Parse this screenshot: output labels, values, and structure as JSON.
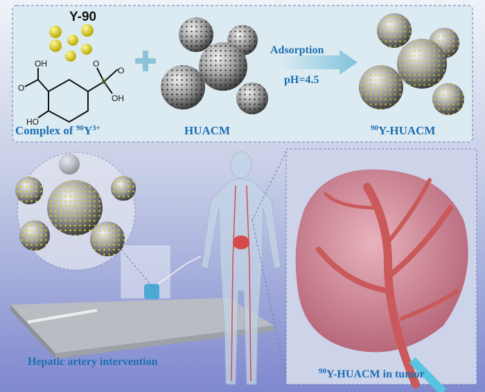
{
  "top_panel": {
    "isotope_label": "Y-90",
    "complex_label": {
      "prefix": "Complex of ",
      "mass": "90",
      "element": "Y",
      "charge": "3+"
    },
    "chem_atoms": {
      "oh_top": "OH",
      "o_carbonyl": "O",
      "ho_bottom": "HO",
      "s": "S",
      "o1": "O",
      "o2": "O",
      "oh_sulfo": "OH"
    },
    "carrier_label": "HUACM",
    "arrow_top_label": "Adsorption",
    "arrow_bottom_label": "pH=4.5",
    "product_label": {
      "mass": "90",
      "name": "Y-HUACM"
    }
  },
  "bottom_panel": {
    "procedure_label": "Hepatic artery intervention",
    "tumor_label": {
      "mass": "90",
      "name": "Y-HUACM in tumor"
    }
  },
  "colors": {
    "label_blue": "#1c6db3",
    "panel_bg": "#dcebf1",
    "dashed_border": "#6a78b0",
    "tumor_pink": "#d98a9a",
    "vessel_red": "#c9595a"
  }
}
